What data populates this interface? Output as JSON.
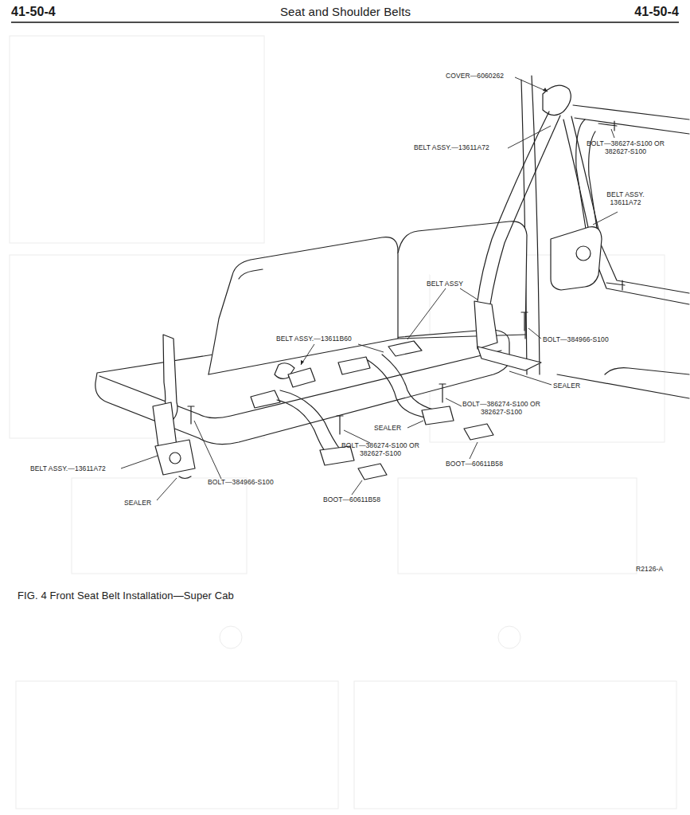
{
  "diagram": {
    "title": "Seat and Shoulder Belts",
    "caption": "FIG. 4 Front Seat Belt Installation—Super Cab",
    "labels": [
      "41-50-4",
      "41-50-4",
      "COVER—6060262",
      "BELT ASSY.—13611A72",
      "BOLT—386274-S100 OR 382627-S100",
      "BELT ASSY. 13611A72",
      "BELT ASSY",
      "BOLT—384966-S100",
      "SEALER",
      "BELT ASSY.—13611B60",
      "BOLT—386274-S100 OR 382627-S100",
      "SEALER",
      "BOOT—60611B58",
      "BOLT—386274-S100 OR 382627-S100",
      "BOOT—60611B58",
      "BELT ASSY.—13611A72",
      "BOLT—384966-S100",
      "SEALER",
      "R2126-A"
    ]
  }
}
